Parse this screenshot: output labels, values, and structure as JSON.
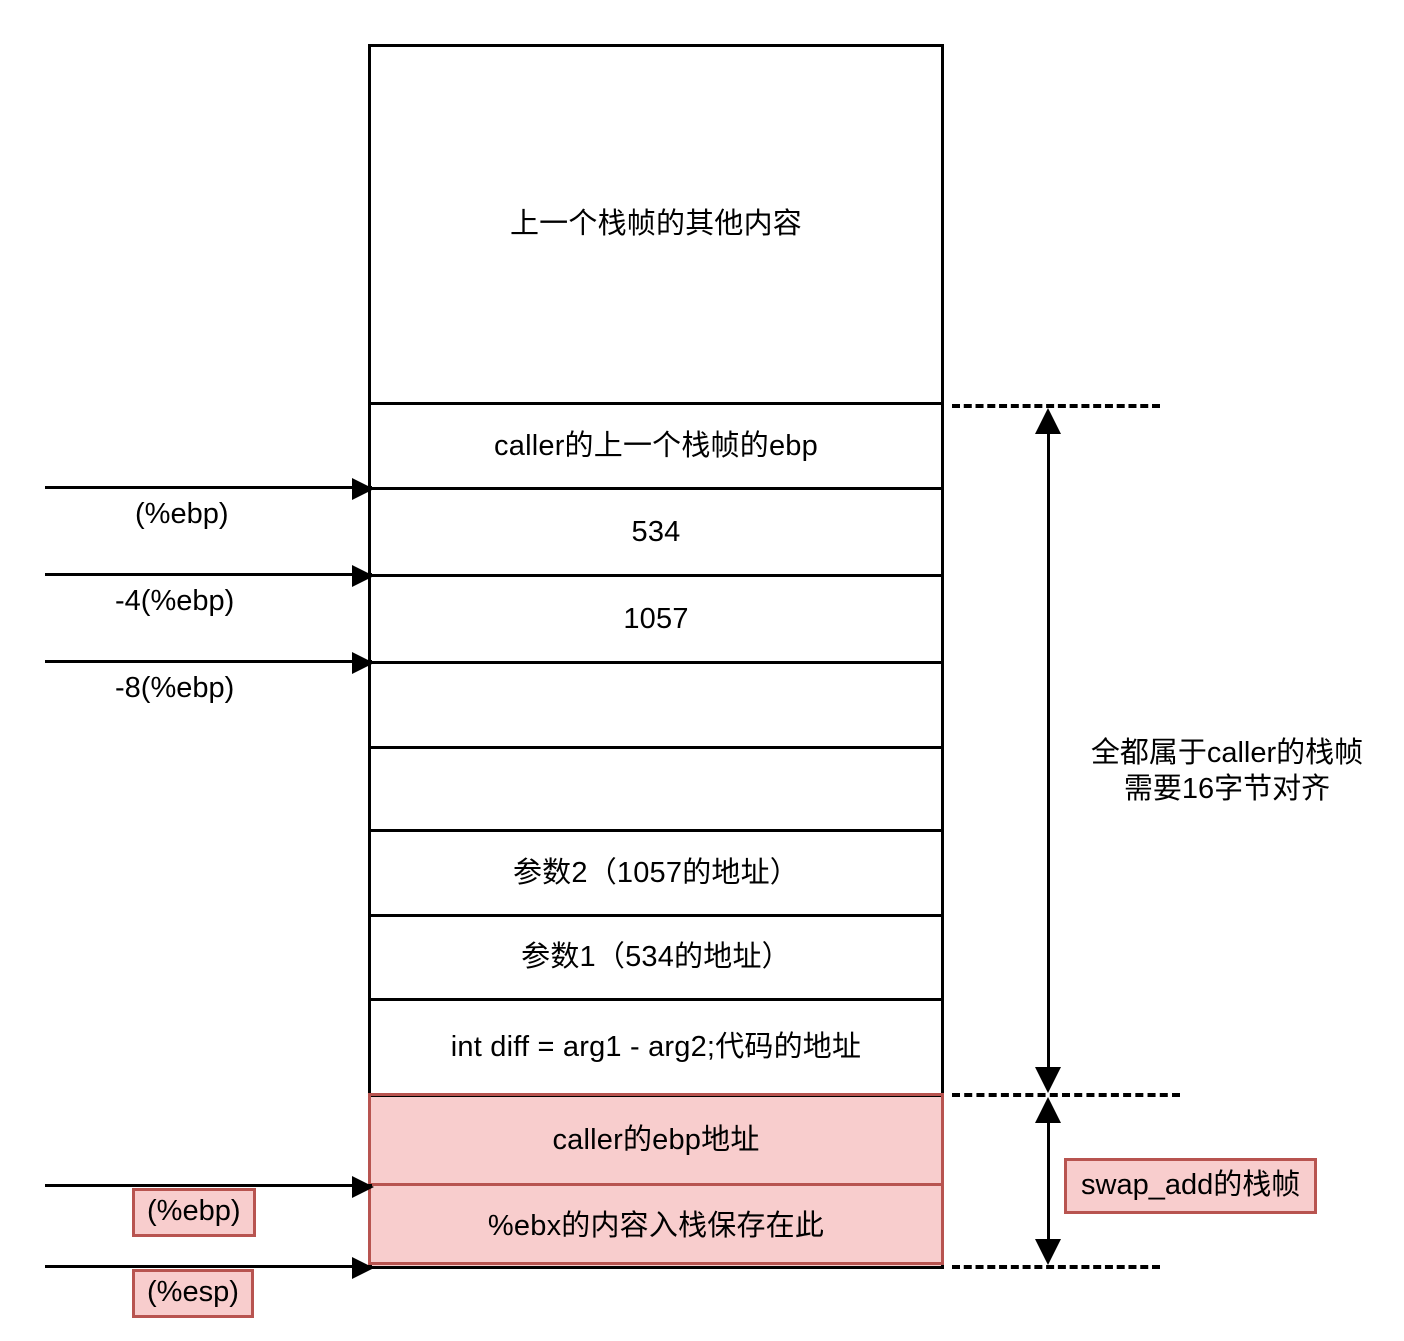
{
  "diagram": {
    "title": "x86 caller stack frame layout",
    "colors": {
      "stroke": "#000000",
      "highlight_fill": "#f8cdcd",
      "highlight_border": "#b85450",
      "background": "#ffffff"
    }
  },
  "stack_rows": [
    {
      "label": "上一个栈帧的其他内容",
      "highlight": false
    },
    {
      "label": "caller的上一个栈帧的ebp",
      "highlight": false
    },
    {
      "label": "534",
      "highlight": false
    },
    {
      "label": "1057",
      "highlight": false
    },
    {
      "label": "",
      "highlight": false
    },
    {
      "label": "",
      "highlight": false
    },
    {
      "label": "参数2（1057的地址）",
      "highlight": false
    },
    {
      "label": "参数1（534的地址）",
      "highlight": false
    },
    {
      "label": "int diff = arg1 - arg2;代码的地址",
      "highlight": false
    },
    {
      "label": "caller的ebp地址",
      "highlight": true
    },
    {
      "label": "%ebx的内容入栈保存在此",
      "highlight": true
    }
  ],
  "pointers": [
    {
      "label": "(%ebp)",
      "boxed": false
    },
    {
      "label": "-4(%ebp)",
      "boxed": false
    },
    {
      "label": "-8(%ebp)",
      "boxed": false
    },
    {
      "label": "(%ebp)",
      "boxed": true
    },
    {
      "label": "(%esp)",
      "boxed": true
    }
  ],
  "annotations": {
    "caller_frame": {
      "line1": "全都属于caller的栈帧",
      "line2": "需要16字节对齐"
    },
    "callee_frame": {
      "label": "swap_add的栈帧"
    }
  }
}
